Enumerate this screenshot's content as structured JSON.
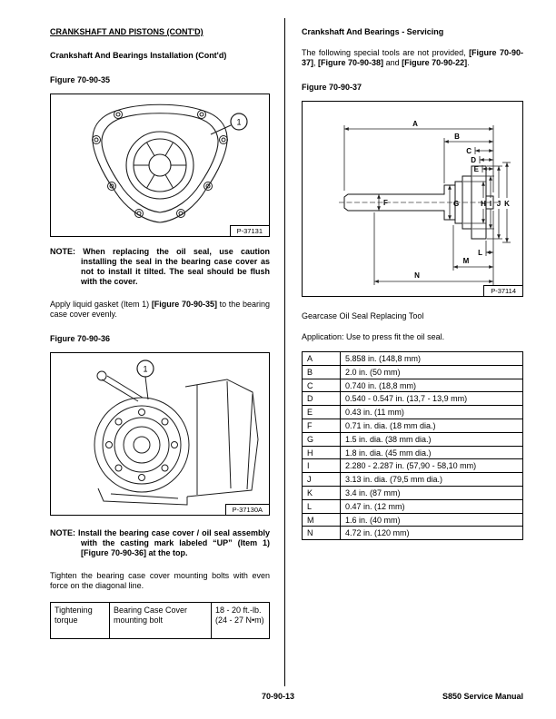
{
  "footer": {
    "page_number": "70-90-13",
    "manual": "S850 Service Manual"
  },
  "left": {
    "section_heading": "CRANKSHAFT AND PISTONS (CONT'D)",
    "subsection_heading": "Crankshaft And Bearings Installation (Cont'd)",
    "figure35": {
      "caption": "Figure 70-90-35",
      "callout": "1",
      "photo_id": "P-37131"
    },
    "note1": {
      "label": "NOTE:",
      "text": "When replacing the oil seal, use caution installing the seal in the bearing case cover as not to install it tilted. The seal should be flush with the cover."
    },
    "para_gasket": {
      "t1": "Apply liquid gasket (Item 1) ",
      "b1": "[Figure 70-90-35]",
      "t2": " to the bearing case cover evenly."
    },
    "figure36": {
      "caption": "Figure 70-90-36",
      "callout": "1",
      "photo_id": "P-37130A"
    },
    "note2": {
      "label": "NOTE:",
      "text": "Install the bearing case cover / oil seal assembly with the casting mark labeled “UP” (Item 1) [Figure 70-90-36] at the top."
    },
    "para_tighten": "Tighten the bearing case cover mounting bolts with even force on the diagonal line.",
    "torque_table": {
      "label": "Tightening torque",
      "item": "Bearing Case Cover mounting bolt",
      "value": "18 - 20 ft.-lb. (24 - 27 N•m)"
    }
  },
  "right": {
    "section_heading": "Crankshaft And Bearings - Servicing",
    "para_tools": {
      "t1": "The following special tools are not provided, ",
      "b1": "[Figure 70-90-37]",
      "t2": ", ",
      "b2": "[Figure 70-90-38]",
      "t3": " and ",
      "b3": "[Figure 70-90-22]",
      "t4": "."
    },
    "figure37": {
      "caption": "Figure 70-90-37",
      "photo_id": "P-37114",
      "letters": [
        "A",
        "B",
        "C",
        "D",
        "E",
        "F",
        "G",
        "H",
        "I",
        "J",
        "K",
        "L",
        "M",
        "N"
      ]
    },
    "tool_name": "Gearcase Oil Seal Replacing Tool",
    "application": "Application: Use to press fit the oil seal.",
    "dim_table": {
      "rows": [
        {
          "key": "A",
          "value": "5.858 in. (148,8 mm)"
        },
        {
          "key": "B",
          "value": "2.0 in. (50 mm)"
        },
        {
          "key": "C",
          "value": "0.740 in. (18,8 mm)"
        },
        {
          "key": "D",
          "value": "0.540 - 0.547 in. (13,7 - 13,9 mm)"
        },
        {
          "key": "E",
          "value": "0.43 in. (11 mm)"
        },
        {
          "key": "F",
          "value": "0.71 in. dia. (18 mm dia.)"
        },
        {
          "key": "G",
          "value": "1.5 in. dia. (38 mm dia.)"
        },
        {
          "key": "H",
          "value": "1.8 in. dia. (45 mm dia.)"
        },
        {
          "key": "I",
          "value": "2.280 - 2.287 in. (57,90 - 58,10 mm)"
        },
        {
          "key": "J",
          "value": "3.13 in. dia. (79,5 mm dia.)"
        },
        {
          "key": "K",
          "value": "3.4 in. (87 mm)"
        },
        {
          "key": "L",
          "value": "0.47 in. (12 mm)"
        },
        {
          "key": "M",
          "value": "1.6 in. (40 mm)"
        },
        {
          "key": "N",
          "value": "4.72 in. (120 mm)"
        }
      ]
    }
  }
}
